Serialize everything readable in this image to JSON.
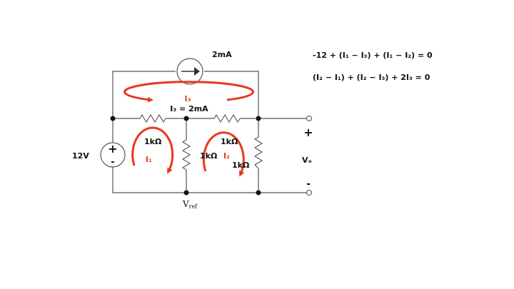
{
  "circuit": {
    "source_current": "2mA",
    "voltage_source": "12V",
    "plus": "+",
    "minus": "-",
    "mesh_labels": {
      "i1": "I₁",
      "i2": "I₂",
      "i3": "I₃"
    },
    "i3_equation": "I₃ = 2mA",
    "resistors": {
      "r_top_left": "1kΩ",
      "r_top_right": "1kΩ",
      "r_middle": "1kΩ",
      "r_right": "1kΩ"
    },
    "output": {
      "label": "Vₒ",
      "plus": "+",
      "minus": "-"
    },
    "reference": {
      "v": "V",
      "sub": "ref"
    }
  },
  "equations": {
    "eq1": "-12 + (I₁ − I₃) + (I₁ − I₂) = 0",
    "eq2": "(I₂ − I₁) + (I₂ − I₃) + 2I₃ = 0"
  },
  "colors": {
    "wire": "#555555",
    "mesh": "#e8391d",
    "node": "#111111"
  }
}
